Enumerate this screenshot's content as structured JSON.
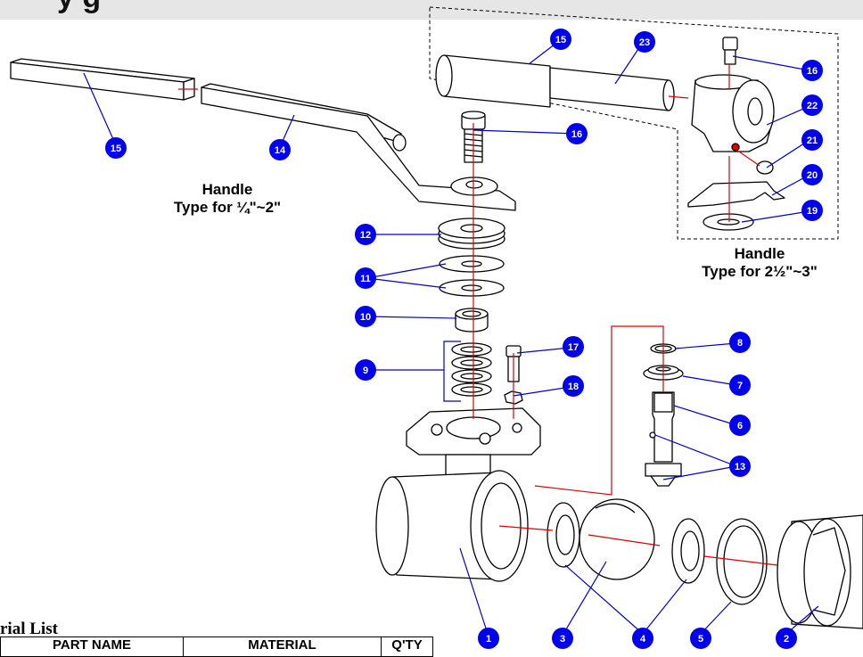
{
  "title_fragment": "y g",
  "handle_small_caption": [
    "Handle",
    "Type for ¼\"~2\""
  ],
  "handle_large_caption": [
    "Handle",
    "Type for 2½\"~3\""
  ],
  "material_list": {
    "title": "rial List",
    "columns": [
      "PART NAME",
      "MATERIAL",
      "Q'TY"
    ]
  },
  "callouts": [
    {
      "id": "c15a",
      "label": "15"
    },
    {
      "id": "c14",
      "label": "14"
    },
    {
      "id": "c16a",
      "label": "16"
    },
    {
      "id": "c12",
      "label": "12"
    },
    {
      "id": "c11",
      "label": "11"
    },
    {
      "id": "c10",
      "label": "10"
    },
    {
      "id": "c9",
      "label": "9"
    },
    {
      "id": "c17",
      "label": "17"
    },
    {
      "id": "c18",
      "label": "18"
    },
    {
      "id": "c15b",
      "label": "15"
    },
    {
      "id": "c23",
      "label": "23"
    },
    {
      "id": "c16b",
      "label": "16"
    },
    {
      "id": "c22",
      "label": "22"
    },
    {
      "id": "c21",
      "label": "21"
    },
    {
      "id": "c20",
      "label": "20"
    },
    {
      "id": "c19",
      "label": "19"
    },
    {
      "id": "c8",
      "label": "8"
    },
    {
      "id": "c7",
      "label": "7"
    },
    {
      "id": "c6",
      "label": "6"
    },
    {
      "id": "c13",
      "label": "13"
    },
    {
      "id": "c1",
      "label": "1"
    },
    {
      "id": "c3",
      "label": "3"
    },
    {
      "id": "c4",
      "label": "4"
    },
    {
      "id": "c5",
      "label": "5"
    },
    {
      "id": "c2",
      "label": "2"
    }
  ],
  "colors": {
    "callout_fill": "#0000ee",
    "leader": "#0000cc",
    "axis": "#e00000"
  }
}
